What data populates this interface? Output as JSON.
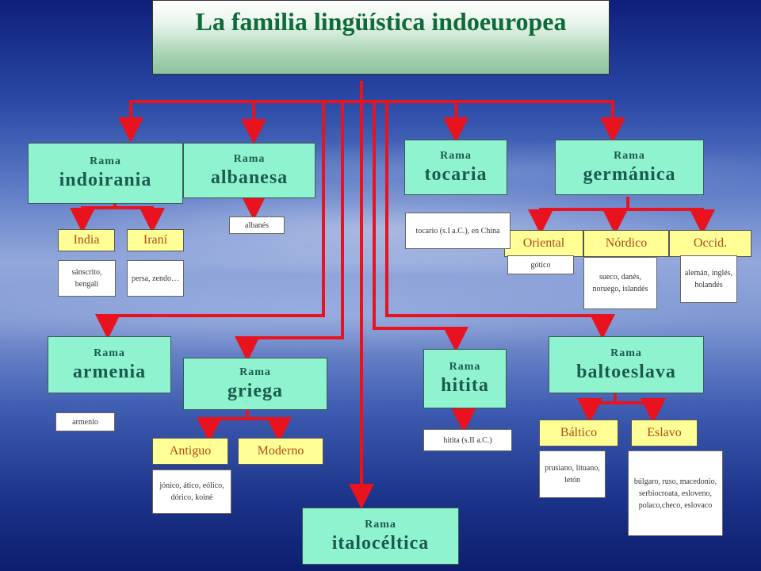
{
  "title": "La familia lingüística indoeuropea",
  "colors": {
    "line": "#e8131e",
    "branch_box": "#8ff3d0",
    "sub_box": "#ffff96",
    "note_box": "#ffffff",
    "title_text": "#0e6b3a"
  },
  "branches": {
    "indoirania": {
      "small": "Rama",
      "big": "indoirania"
    },
    "albanesa": {
      "small": "Rama",
      "big": "albanesa"
    },
    "tocaria": {
      "small": "Rama",
      "big": "tocaria"
    },
    "germanica": {
      "small": "Rama",
      "big": "germánica"
    },
    "armenia": {
      "small": "Rama",
      "big": "armenia"
    },
    "griega": {
      "small": "Rama",
      "big": "griega"
    },
    "hitita": {
      "small": "Rama",
      "big": "hitita"
    },
    "baltoeslava": {
      "small": "Rama",
      "big": "baltoeslava"
    },
    "italoceltica": {
      "small": "Rama",
      "big": "italocéltica"
    }
  },
  "subs": {
    "india": "India",
    "irani": "Iraní",
    "oriental": "Oriental",
    "nordico": "Nórdico",
    "occid": "Occid.",
    "antiguo": "Antiguo",
    "moderno": "Moderno",
    "baltico": "Báltico",
    "eslavo": "Eslavo"
  },
  "notes": {
    "india": "sánscrito, bengalí",
    "irani": "persa, zendo…",
    "albanes": "albanés",
    "tocario": "tocario (s.I a.C.), en China",
    "gotico": "gótico",
    "nordico": "sueco, danés, noruego, islandés",
    "occid": "alemán, inglés, holandés",
    "armenio": "armenio",
    "griego": "jónico, ático, eólico, dórico, koiné",
    "hitita": "hitita (s.II a.C.)",
    "baltico": "prusiano, lituano, letón",
    "eslavo": "búlgaro, ruso, macedonio, serbiocroata, esloveno, polaco,checo, eslovaco"
  }
}
